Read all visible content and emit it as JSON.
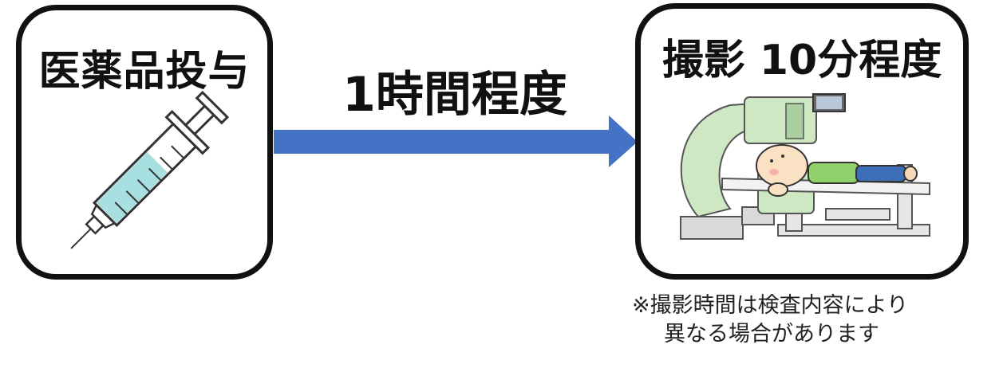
{
  "left_box": {
    "title": "医薬品投与",
    "illustration": "syringe-icon"
  },
  "arrow": {
    "label": "1時間程度",
    "color": "#4472C4"
  },
  "right_box": {
    "title": "撮影 10分程度",
    "illustration": "scanner-icon"
  },
  "note": {
    "line1": "※撮影時間は検査内容により",
    "line2": "異なる場合があります"
  }
}
